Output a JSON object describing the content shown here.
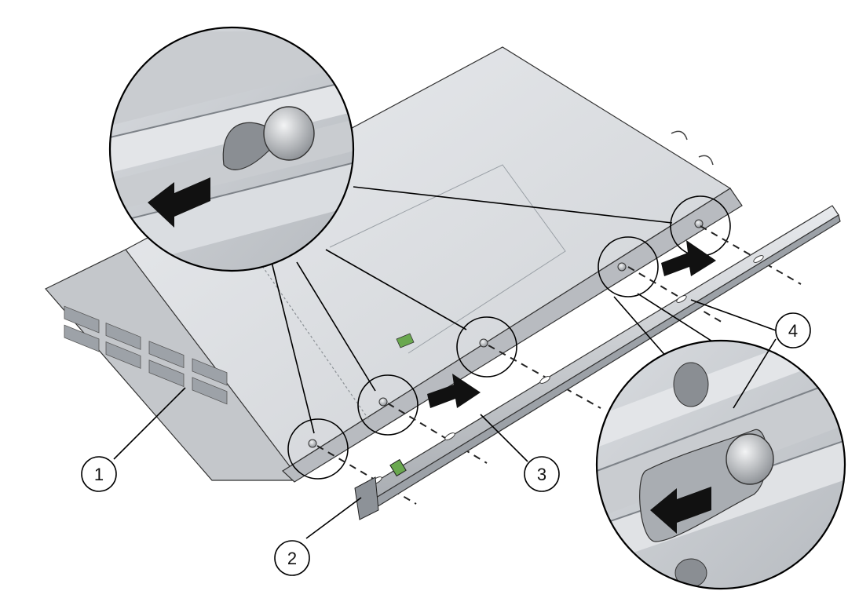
{
  "callouts": [
    {
      "id": "1",
      "label": "1"
    },
    {
      "id": "2",
      "label": "2"
    },
    {
      "id": "3",
      "label": "3"
    },
    {
      "id": "4",
      "label": "4"
    }
  ],
  "colors": {
    "chassis_top": "#e1e3e6",
    "chassis_side": "#c4c7cb",
    "rail": "#cfd2d6",
    "arrow": "#111111",
    "status_led": "#6aa84f"
  },
  "icons": [
    "insert-arrow",
    "slide-arrow",
    "mounting-pin"
  ]
}
